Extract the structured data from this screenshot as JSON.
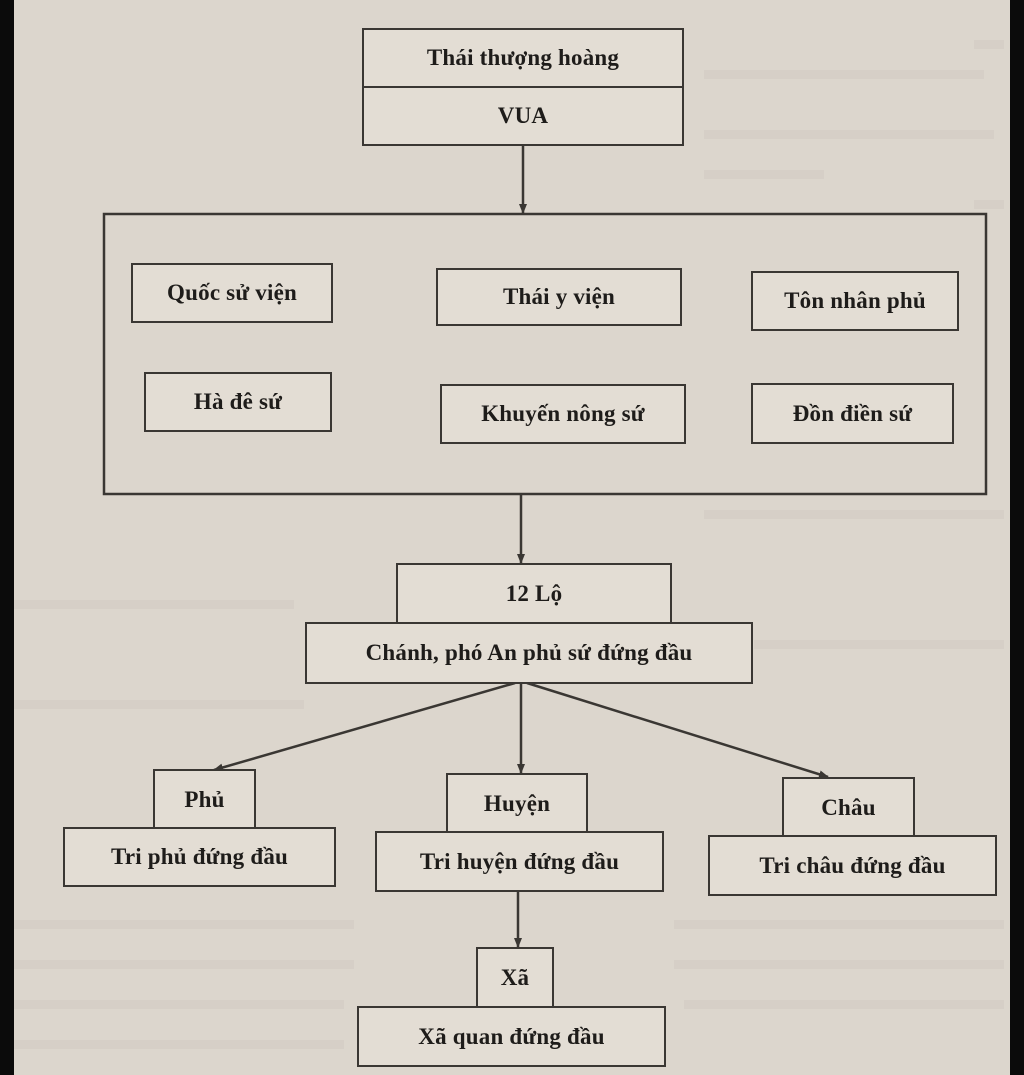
{
  "top": {
    "title": "Thái thượng hoàng",
    "king": "VUA"
  },
  "central_offices": [
    "Quốc sử viện",
    "Thái y viện",
    "Tôn nhân phủ",
    "Hà đê sứ",
    "Khuyến nông sứ",
    "Đồn điền sứ"
  ],
  "province": {
    "name": "12 Lộ",
    "head": "Chánh, phó An phủ sứ đứng đầu"
  },
  "subdivisions": [
    {
      "name": "Phủ",
      "head": "Tri phủ đứng đầu"
    },
    {
      "name": "Huyện",
      "head": "Tri huyện đứng đầu"
    },
    {
      "name": "Châu",
      "head": "Tri châu đứng đầu"
    }
  ],
  "commune": {
    "name": "Xã",
    "head": "Xã quan đứng đầu"
  },
  "colors": {
    "paper": "#dcd6cd",
    "box_fill": "#e3ddd4",
    "line": "#3a3733",
    "text": "#1e1c1a",
    "background": "#0b0b0b"
  }
}
